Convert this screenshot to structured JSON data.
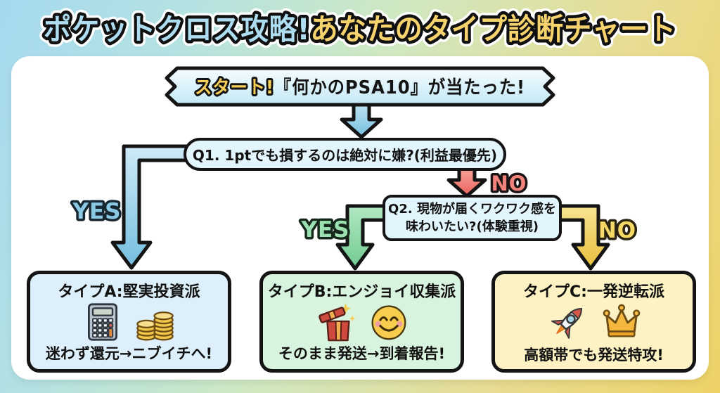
{
  "page_title": {
    "highlight": "ポケットクロス攻略!",
    "rest": "あなたのタイプ診断チャート"
  },
  "start_banner": {
    "highlight": "スタート!",
    "rest": "『何かのPSA10』が当たった!"
  },
  "questions": {
    "q1": {
      "text": "Q1. 1ptでも損するのは絶対に嫌?(利益最優先)",
      "yes": "YES",
      "no": "NO"
    },
    "q2": {
      "line1": "Q2. 現物が届くワクワク感を",
      "line2": "味わいたい?(体験重視)",
      "yes": "YES",
      "no": "NO"
    }
  },
  "types": {
    "a": {
      "title": "タイプA:堅実投資派",
      "action": "迷わず還元→ニブイチへ!",
      "icons": [
        "calculator-icon",
        "coins-icon"
      ]
    },
    "b": {
      "title": "タイプB:エンジョイ収集派",
      "action": "そのまま発送→到着報告!",
      "icons": [
        "gift-icon",
        "smiley-icon"
      ]
    },
    "c": {
      "title": "タイプC:一発逆転派",
      "action": "高額帯でも発送特攻!",
      "icons": [
        "rocket-icon",
        "crown-icon"
      ]
    }
  },
  "colors": {
    "background_gradient": [
      "#a5d9ef",
      "#cfe8c2",
      "#eed266"
    ],
    "card": "#ffffff",
    "outline": "#141414",
    "title_highlight": "#aeddf1",
    "title_rest": "#f6d36c",
    "start_highlight": "#f6cf58",
    "question_box": "#e2f4fc",
    "arrow_blue": "#8ac8e4",
    "arrow_red": "#f2837c",
    "arrow_green": "#9be0af",
    "arrow_yellow": "#f1cf54",
    "type_a_bg": "#dceffa",
    "type_b_bg": "#d9f4de",
    "type_c_bg": "#fcf2c3"
  }
}
